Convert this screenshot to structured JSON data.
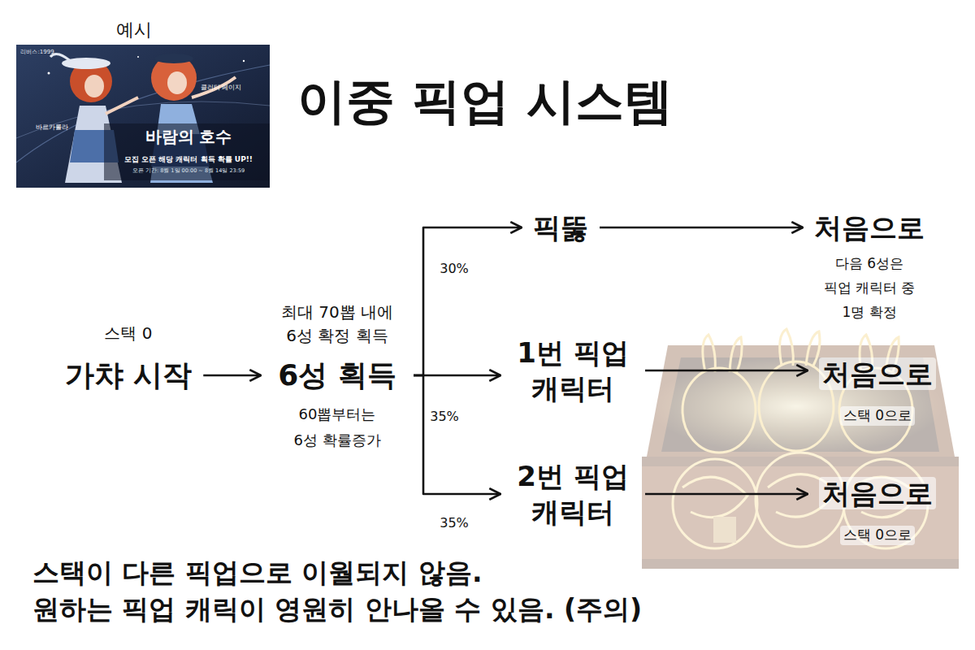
{
  "diagram": {
    "title": "이중 픽업 시스템",
    "nodes": [
      {
        "text": [
          "스택 0",
          "가챠 시작"
        ]
      },
      {
        "text": [
          "최대 70뽑 내에 6성 확정 획득",
          "6성 획득",
          "60뽑부터는 6성 확률증가"
        ]
      },
      {
        "text": [
          "픽뚫"
        ]
      },
      {
        "text": [
          "1번 픽업 캐릭터"
        ]
      },
      {
        "text": [
          "2번 픽업 캐릭터"
        ]
      },
      {
        "text": [
          "처음으로",
          "다음 6성은 픽업 캐릭터 중 1명 확정"
        ]
      },
      {
        "text": [
          "처음으로",
          "스택 0으로"
        ]
      },
      {
        "text": [
          "처음으로",
          "스택 0으로"
        ]
      }
    ],
    "edges": [
      {
        "from": 0,
        "to": 1,
        "arrow": "to"
      },
      {
        "from": 1,
        "to": 2,
        "label": "30%",
        "arrow": "to"
      },
      {
        "from": 1,
        "to": 3,
        "label": "35%",
        "arrow": "to"
      },
      {
        "from": 1,
        "to": 4,
        "label": "35%",
        "arrow": "to"
      },
      {
        "from": 2,
        "to": 5,
        "arrow": "to"
      },
      {
        "from": 3,
        "to": 6,
        "arrow": "to"
      },
      {
        "from": 4,
        "to": 7,
        "arrow": "to"
      }
    ],
    "labels": [
      "예시",
      "리버스:1999",
      "클러터 페이지",
      "바르카롤라",
      "바람의 호수",
      "모집 오픈 해당 캐릭터 획득 확률 UP!!",
      "오픈 기간: 8월 1일 00:00 ~ 8월 14일 23:59",
      "스택이 다른 픽업으로 이월되지 않음.",
      "원하는 픽업 캐릭이 영원히 안나올 수 있음. (주의)"
    ]
  }
}
